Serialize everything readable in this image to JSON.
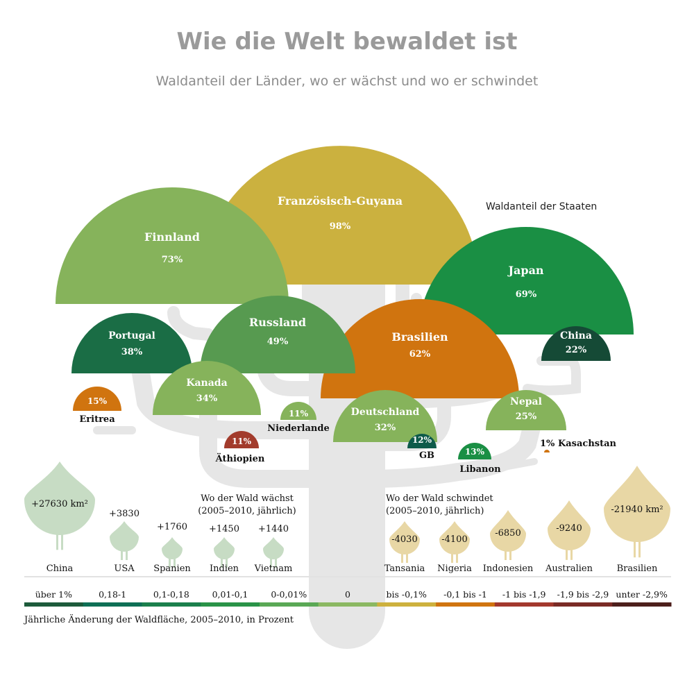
{
  "title": "Wie die Welt bewaldet ist",
  "subtitle": "Waldanteil der Länder, wo er wächst und wo er schwindet",
  "chart_data": {
    "type": "other",
    "canopy": {
      "label": "Waldanteil der Staaten",
      "countries": [
        {
          "name": "Französisch-Guyana",
          "value": "98%",
          "color": "#cbb13f"
        },
        {
          "name": "Finnland",
          "value": "73%",
          "color": "#86b35b"
        },
        {
          "name": "Japan",
          "value": "69%",
          "color": "#1a8f44"
        },
        {
          "name": "Brasilien",
          "value": "62%",
          "color": "#d0740f"
        },
        {
          "name": "Russland",
          "value": "49%",
          "color": "#579a50"
        },
        {
          "name": "Portugal",
          "value": "38%",
          "color": "#1a6d45"
        },
        {
          "name": "Kanada",
          "value": "34%",
          "color": "#86b35b"
        },
        {
          "name": "Deutschland",
          "value": "32%",
          "color": "#86b35b"
        },
        {
          "name": "Nepal",
          "value": "25%",
          "color": "#86b35b"
        },
        {
          "name": "China",
          "value": "22%",
          "color": "#154a36"
        },
        {
          "name": "Eritrea",
          "value": "15%",
          "color": "#d0740f"
        },
        {
          "name": "Libanon",
          "value": "13%",
          "color": "#1a8f44"
        },
        {
          "name": "GB",
          "value": "12%",
          "color": "#0e5a4a"
        },
        {
          "name": "Niederlande",
          "value": "11%",
          "color": "#86b35b"
        },
        {
          "name": "Äthiopien",
          "value": "11%",
          "color": "#a23b2c"
        },
        {
          "name": "Kasachstan",
          "value": "1%",
          "color": "#d0740f"
        }
      ]
    },
    "growth": {
      "label": "Wo der Wald wächst",
      "sublabel": "(2005–2010, jährlich)",
      "items": [
        {
          "name": "China",
          "value": "+27630 km²"
        },
        {
          "name": "USA",
          "value": "+3830"
        },
        {
          "name": "Spanien",
          "value": "+1760"
        },
        {
          "name": "Indien",
          "value": "+1450"
        },
        {
          "name": "Vietnam",
          "value": "+1440"
        }
      ]
    },
    "decline": {
      "label": "Wo der Wald schwindet",
      "sublabel": "(2005–2010, jährlich)",
      "items": [
        {
          "name": "Tansania",
          "value": "-4030"
        },
        {
          "name": "Nigeria",
          "value": "-4100"
        },
        {
          "name": "Indonesien",
          "value": "-6850"
        },
        {
          "name": "Australien",
          "value": "-9240"
        },
        {
          "name": "Brasilien",
          "value": "-21940 km²"
        }
      ]
    },
    "legend": {
      "caption": "Jährliche Änderung der Waldfläche, 2005–2010, in Prozent",
      "items": [
        {
          "label": "über 1%",
          "color": "#1d5b3b"
        },
        {
          "label": "0,18-1",
          "color": "#0e6f55"
        },
        {
          "label": "0,1-0,18",
          "color": "#1b7f4c"
        },
        {
          "label": "0,01-0,1",
          "color": "#2a9348"
        },
        {
          "label": "0-0,01%",
          "color": "#5aa855"
        },
        {
          "label": "0",
          "color": "#8bb862"
        },
        {
          "label": "bis -0,1%",
          "color": "#cdb13e"
        },
        {
          "label": "-0,1 bis -1",
          "color": "#d0740f"
        },
        {
          "label": "-1 bis -1,9",
          "color": "#a3382d"
        },
        {
          "label": "-1,9 bis -2,9",
          "color": "#7a2b26"
        },
        {
          "label": "unter -2,9%",
          "color": "#4d1f1c"
        }
      ]
    }
  }
}
